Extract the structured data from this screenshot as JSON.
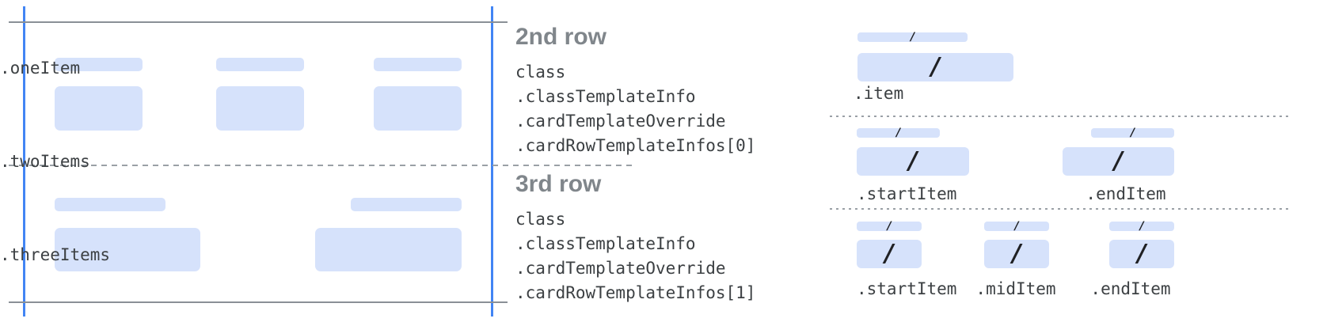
{
  "colors": {
    "guide_blue": "#4285f4",
    "placeholder_blue": "#d6e2fb",
    "frame_gray": "#8a9096",
    "dash_gray": "#9aa0a6",
    "heading_gray": "#80868b",
    "code_gray": "#3c4043",
    "slash_black": "#202124"
  },
  "glyphs": {
    "slash": "/"
  },
  "annotations": [
    {
      "heading": "2nd row",
      "lines": [
        "class",
        ".classTemplateInfo",
        ".cardTemplateOverride",
        ".cardRowTemplateInfos[0]"
      ]
    },
    {
      "heading": "3rd row",
      "lines": [
        "class",
        ".classTemplateInfo",
        ".cardTemplateOverride",
        ".cardRowTemplateInfos[1]"
      ]
    }
  ],
  "rows": [
    {
      "row_label": ".oneItem",
      "items": [
        {
          "label": ".item"
        }
      ]
    },
    {
      "row_label": ".twoItems",
      "items": [
        {
          "label": ".startItem"
        },
        {
          "label": ".endItem"
        }
      ]
    },
    {
      "row_label": ".threeItems",
      "items": [
        {
          "label": ".startItem"
        },
        {
          "label": ".midItem"
        },
        {
          "label": ".endItem"
        }
      ]
    }
  ]
}
